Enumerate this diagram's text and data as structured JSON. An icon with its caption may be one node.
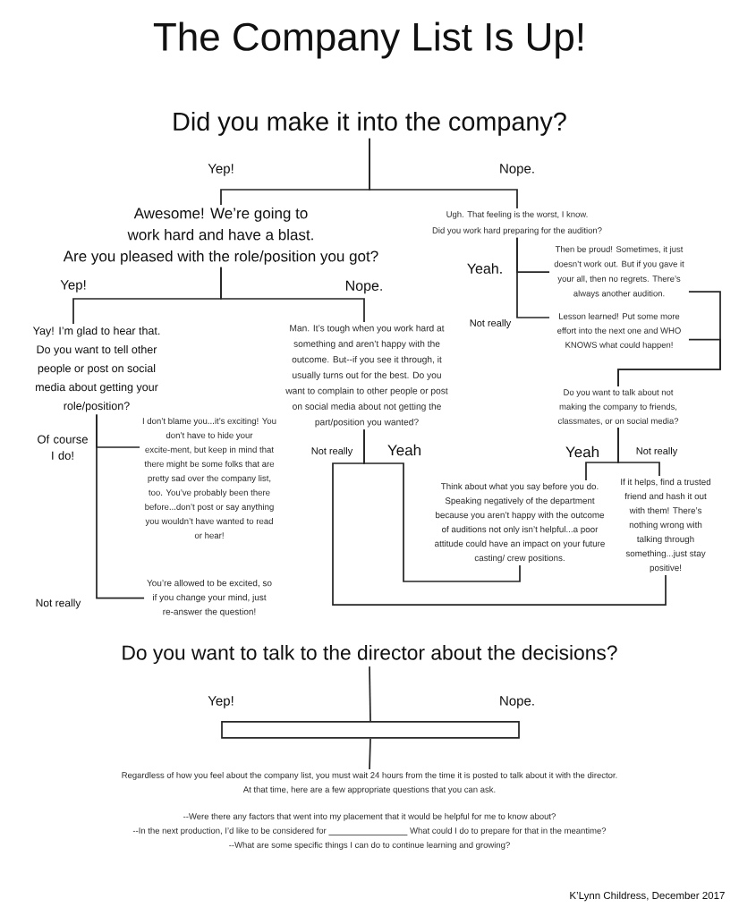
{
  "diagram": {
    "title": "The Company List Is Up!",
    "nodes": [
      {
        "text": [
          "Did you make it into the company?"
        ]
      },
      {
        "text": [
          "Awesome! We’re going to work hard and have a blast.",
          "Are you pleased with the role/position you got?"
        ]
      },
      {
        "text": [
          "Ugh. That feeling is the worst, I know.",
          "Did you work hard preparing for the audition?"
        ]
      },
      {
        "text": [
          "Then be proud! Sometimes, it just doesn’t work out. But if you gave it your all, then no regrets. There’s always another audition."
        ]
      },
      {
        "text": [
          "Lesson learned! Put some more effort into the next one and WHO KNOWS what could happen!"
        ]
      },
      {
        "text": [
          "Yay! I’m glad to hear that. Do you want to tell other people or post on social media about getting your role/position?"
        ]
      },
      {
        "text": [
          "Man. It’s tough when you work hard at something and aren’t happy with the outcome. But--if you see it through, it usually turns out for the best. Do you want to complain to other people or post on social media about not getting the part/position you wanted?"
        ]
      },
      {
        "text": [
          "Do you want to talk about not making the company to friends, classmates, or on social media?"
        ]
      },
      {
        "text": [
          "I don’t blame you...it’s exciting! You don’t have to hide your excite-ment, but keep in mind that there might be some folks that are pretty sad over the company list, too. You’ve probably been there before...don’t post or say anything you wouldn’t have wanted to read or hear!"
        ]
      },
      {
        "text": [
          "You’re allowed to be excited, so if you change your mind, just re-answer the question!"
        ]
      },
      {
        "text": [
          "Think about what you say before you do. Speaking negatively of the department because you aren’t happy with the outcome of auditions not only isn’t helpful...a poor attitude could have an impact on your future casting/ crew positions."
        ]
      },
      {
        "text": [
          "If it helps, find a trusted friend and hash it out with them! There’s nothing wrong with talking through something...just stay positive!"
        ]
      },
      {
        "text": [
          "Do you want to talk to the director about the decisions?"
        ]
      },
      {
        "text": [],
        "shape": "box"
      },
      {
        "text": [
          "Regardless of how you feel about the company list, you must wait 24 hours from the time it is posted to talk about it with the director.",
          "At that time, here are a few appropriate questions that you can ask.",
          "--Were there any factors that went into my placement that it would be helpful for me to know about?",
          "--In the next production, I’d like to be considered for",
          "What could I do to prepare for that in the meantime?",
          "--What are some specific things I can do to continue learning and growing?"
        ]
      }
    ],
    "edges": [
      {
        "from": 0,
        "to": 1,
        "arrow": "none",
        "label": "Yep!"
      },
      {
        "from": 0,
        "to": 2,
        "arrow": "none",
        "label": "Nope."
      },
      {
        "from": 1,
        "to": 5,
        "arrow": "none",
        "label": "Yep!"
      },
      {
        "from": 1,
        "to": 6,
        "arrow": "none",
        "label": "Nope."
      },
      {
        "from": 2,
        "to": 3,
        "arrow": "none",
        "label": "Yeah."
      },
      {
        "from": 2,
        "to": 4,
        "arrow": "none",
        "label": "Not really"
      },
      {
        "from": 3,
        "to": 7,
        "arrow": "none"
      },
      {
        "from": 4,
        "to": 7,
        "arrow": "none"
      },
      {
        "from": 5,
        "to": 8,
        "arrow": "none",
        "label": "Of course I do!"
      },
      {
        "from": 5,
        "to": 9,
        "arrow": "none",
        "label": "Not really"
      },
      {
        "from": 6,
        "to": 11,
        "arrow": "none",
        "label": "Not really"
      },
      {
        "from": 6,
        "to": 10,
        "arrow": "none",
        "label": "Yeah"
      },
      {
        "from": 7,
        "to": 10,
        "arrow": "none",
        "label": "Yeah"
      },
      {
        "from": 7,
        "to": 11,
        "arrow": "none",
        "label": "Not really"
      },
      {
        "from": 12,
        "to": 13,
        "arrow": "none"
      },
      {
        "from": 13,
        "to": 14,
        "arrow": "none"
      }
    ],
    "labels": [
      "Yep!",
      "Nope.",
      "K’Lynn Childress, December 2017"
    ]
  }
}
